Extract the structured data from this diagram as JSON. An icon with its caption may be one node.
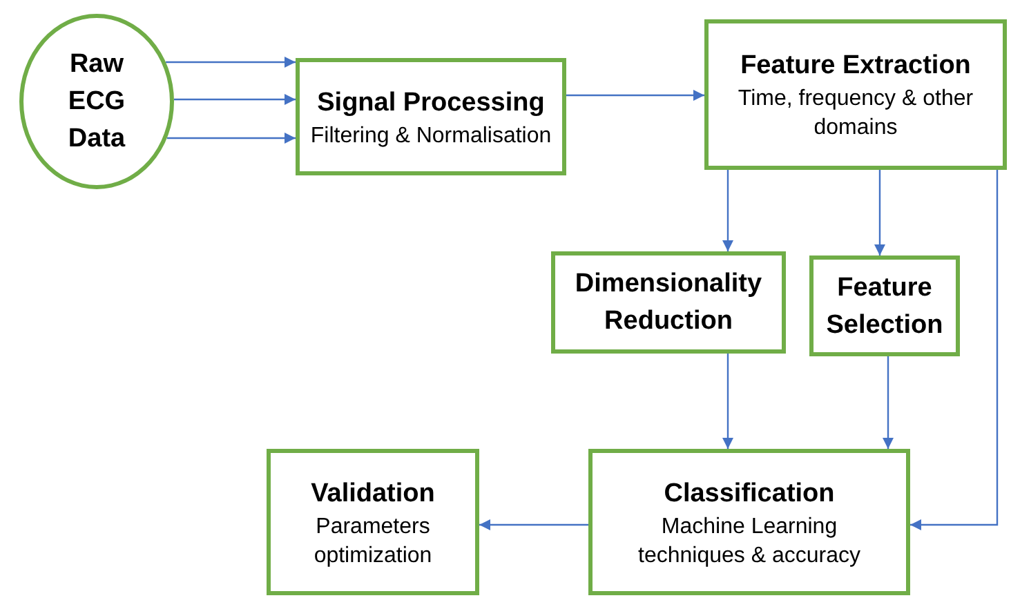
{
  "diagram": {
    "nodes": [
      {
        "text": [
          "Raw ECG Data"
        ]
      },
      {
        "text": [
          "Signal Processing",
          "Filtering & Normalisation"
        ]
      },
      {
        "text": [
          "Feature Extraction",
          "Time, frequency & other domains"
        ]
      },
      {
        "text": [
          "Dimensionality Reduction"
        ]
      },
      {
        "text": [
          "Feature Selection"
        ]
      },
      {
        "text": [
          "Classification",
          "Machine Learning techniques & accuracy"
        ]
      },
      {
        "text": [
          "Validation",
          "Parameters optimization"
        ]
      }
    ],
    "edges": [
      {
        "from": 0,
        "to": 1,
        "arrow": "to"
      },
      {
        "from": 0,
        "to": 1,
        "arrow": "to"
      },
      {
        "from": 0,
        "to": 1,
        "arrow": "to"
      },
      {
        "from": 1,
        "to": 2,
        "arrow": "to"
      },
      {
        "from": 2,
        "to": 3,
        "arrow": "to"
      },
      {
        "from": 2,
        "to": 4,
        "arrow": "to"
      },
      {
        "from": 3,
        "to": 5,
        "arrow": "to"
      },
      {
        "from": 4,
        "to": 5,
        "arrow": "to"
      },
      {
        "from": 2,
        "to": 5,
        "arrow": "to"
      },
      {
        "from": 5,
        "to": 6,
        "arrow": "to"
      }
    ]
  }
}
